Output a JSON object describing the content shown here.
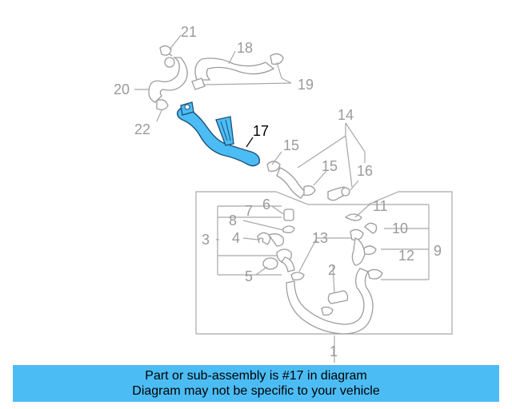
{
  "diagram": {
    "highlight_color": "#4cbcf4",
    "highlighted_callout": "17",
    "callouts": {
      "c1": "1",
      "c2": "2",
      "c3": "3",
      "c4": "4",
      "c5": "5",
      "c6": "6",
      "c7": "7",
      "c8": "8",
      "c9": "9",
      "c10": "10",
      "c11": "11",
      "c12": "12",
      "c13": "13",
      "c14": "14",
      "c15a": "15",
      "c15b": "15",
      "c16": "16",
      "c17": "17",
      "c18": "18",
      "c19": "19",
      "c20": "20",
      "c21": "21",
      "c22": "22"
    }
  },
  "banner": {
    "line1": "Part or sub-assembly is #17 in diagram",
    "line2": "Diagram may not be specific to your vehicle",
    "background": "#4cbcf4"
  }
}
